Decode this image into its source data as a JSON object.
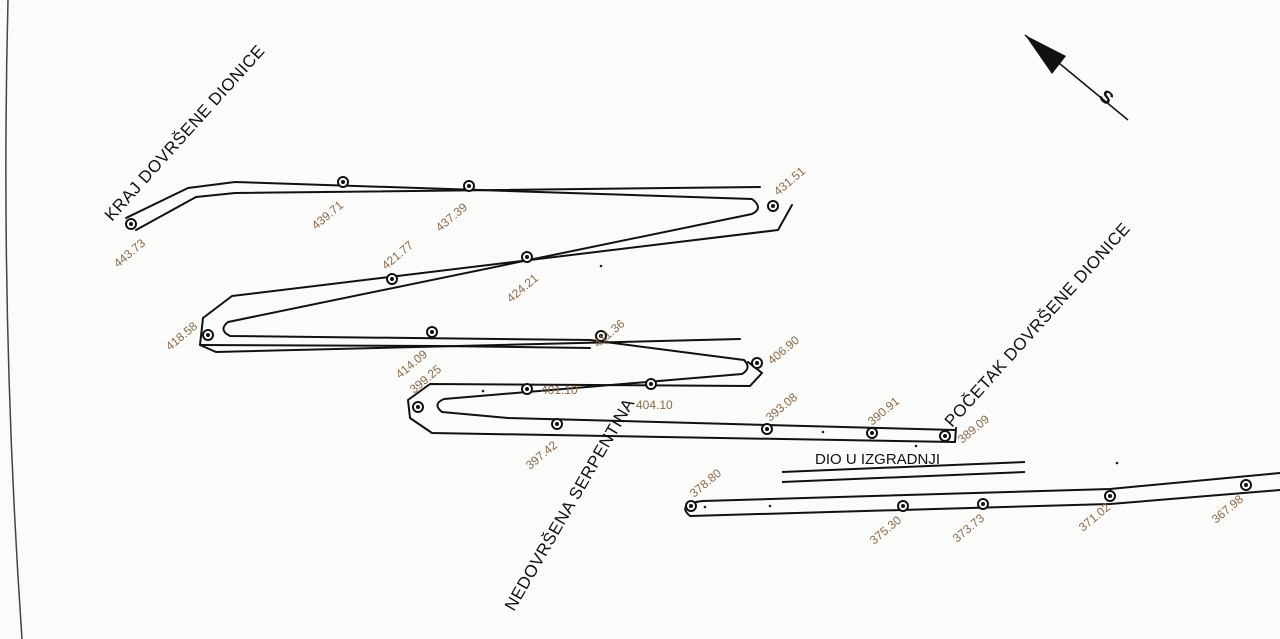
{
  "labels": {
    "kraj": "KRAJ DOVRŠENE DIONICE",
    "pocetak": "POČETAK DOVRŠENE DIONICE",
    "dio": "DIO U IZGRADNJI",
    "nedovrsena": "NEDOVRŠENA SERPENTINA",
    "north": "S"
  },
  "elevations": [
    {
      "id": "e44373",
      "text": "443.73"
    },
    {
      "id": "e43971",
      "text": "439.71"
    },
    {
      "id": "e43739",
      "text": "437.39"
    },
    {
      "id": "e43151",
      "text": "431.51"
    },
    {
      "id": "e42177",
      "text": "421.77"
    },
    {
      "id": "e42421",
      "text": "424.21"
    },
    {
      "id": "e41858",
      "text": "418.58"
    },
    {
      "id": "e41409",
      "text": "414.09"
    },
    {
      "id": "e41136",
      "text": "411.36"
    },
    {
      "id": "e40690",
      "text": "406.90"
    },
    {
      "id": "e39925",
      "text": "399.25"
    },
    {
      "id": "e40110",
      "text": "401.10"
    },
    {
      "id": "e40410",
      "text": "404.10"
    },
    {
      "id": "e39308",
      "text": "393.08"
    },
    {
      "id": "e39091",
      "text": "390.91"
    },
    {
      "id": "e38909",
      "text": "389.09"
    },
    {
      "id": "e39742",
      "text": "397.42"
    },
    {
      "id": "e37880",
      "text": "378.80"
    },
    {
      "id": "e37530",
      "text": "375.30"
    },
    {
      "id": "e37373",
      "text": "373.73"
    },
    {
      "id": "e37102",
      "text": "371.02"
    },
    {
      "id": "e36798",
      "text": "367.98"
    }
  ]
}
